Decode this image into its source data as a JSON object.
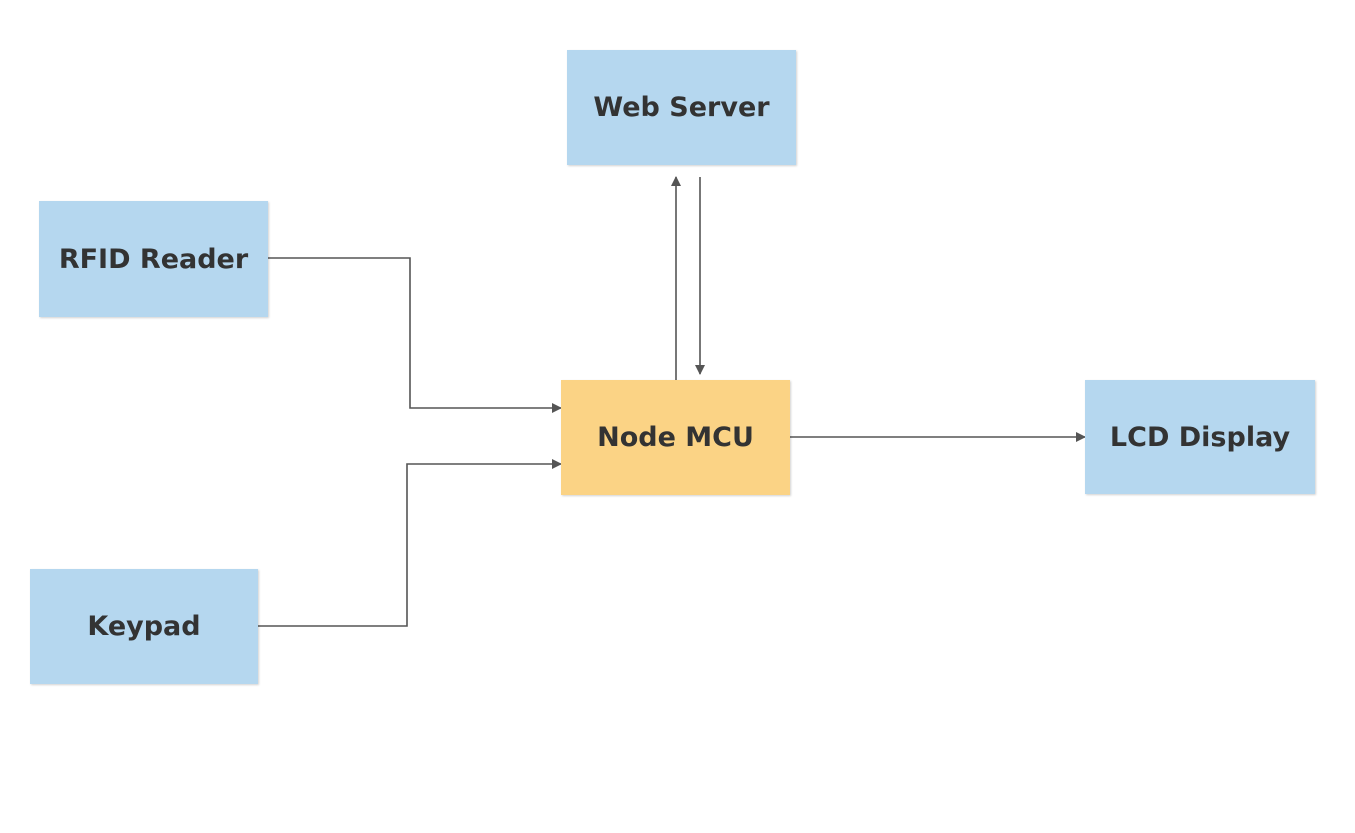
{
  "colors": {
    "component": "#b5d7ef",
    "controller": "#fbd385",
    "connector": "#555555"
  },
  "nodes": {
    "web_server": {
      "label": "Web Server",
      "role": "component"
    },
    "rfid_reader": {
      "label": "RFID Reader",
      "role": "component"
    },
    "node_mcu": {
      "label": "Node MCU",
      "role": "controller"
    },
    "lcd_display": {
      "label": "LCD Display",
      "role": "component"
    },
    "keypad": {
      "label": "Keypad",
      "role": "component"
    }
  },
  "edges": [
    {
      "from": "rfid_reader",
      "to": "node_mcu"
    },
    {
      "from": "keypad",
      "to": "node_mcu"
    },
    {
      "from": "node_mcu",
      "to": "web_server"
    },
    {
      "from": "web_server",
      "to": "node_mcu"
    },
    {
      "from": "node_mcu",
      "to": "lcd_display"
    }
  ]
}
